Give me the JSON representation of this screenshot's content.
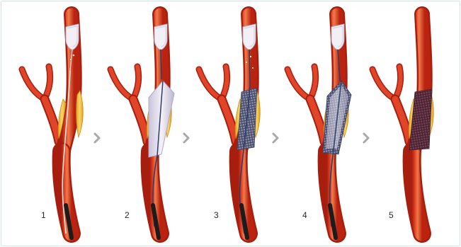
{
  "steps": [
    {
      "number": "1"
    },
    {
      "number": "2"
    },
    {
      "number": "3"
    },
    {
      "number": "4"
    },
    {
      "number": "5"
    }
  ],
  "colors": {
    "vessel": "#d4341c",
    "vessel_dark": "#a81e0e",
    "vessel_highlight": "#f07a4c",
    "plaque": "#f2c23a",
    "catheter": "#2c3e66",
    "sheath": "#1c1c1c",
    "filter": "#eae6ef",
    "balloon": "#d9d5e6",
    "stent": "#6b6f8a",
    "arrow": "#a9a9a9",
    "border": "#cfe6f2"
  }
}
